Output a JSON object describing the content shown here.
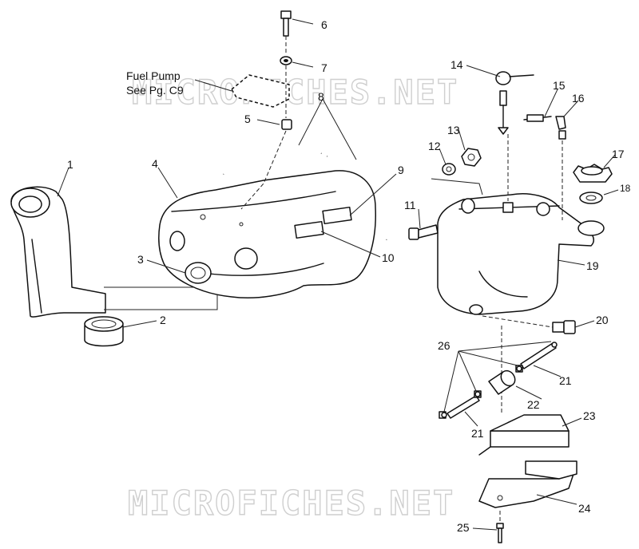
{
  "note": {
    "line1": "Fuel Pump",
    "line2": "See Pg. C9"
  },
  "watermark": "MICROFICHES.NET",
  "callouts": [
    "1",
    "2",
    "3",
    "4",
    "5",
    "6",
    "7",
    "8",
    "9",
    "10",
    "11",
    "12",
    "13",
    "14",
    "15",
    "16",
    "17",
    "18",
    "19",
    "20",
    "21",
    "21",
    "22",
    "23",
    "24",
    "25",
    "26"
  ],
  "colors": {
    "ink": "#111111",
    "watermark": "#cfcfcf",
    "background": "#ffffff"
  }
}
